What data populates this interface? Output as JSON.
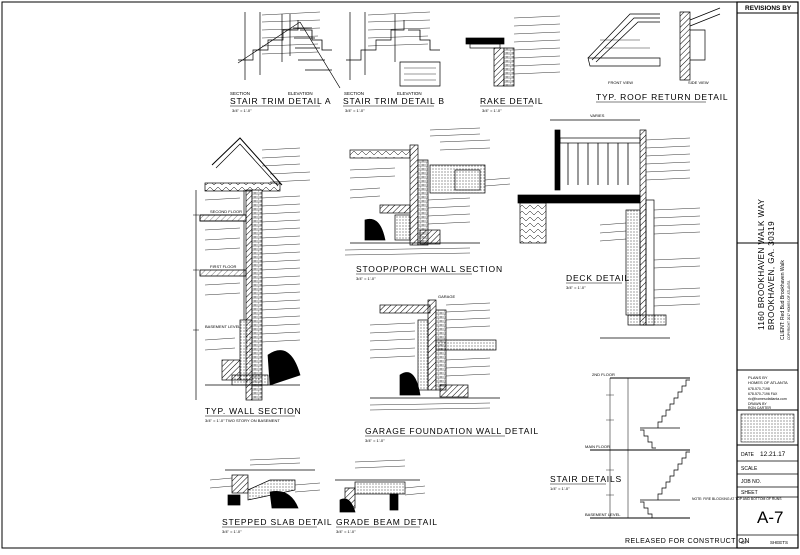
{
  "sheet": {
    "revisions_by_label": "REVISIONS BY",
    "address_line1": "1160 BROOKHAVEN WALK WAY",
    "address_line2": "BROOKHAVEN, GA. 30319",
    "client_line1": "CLIENT: Red Bud Brookhaven Walk",
    "client_line2": "COPYRIGHT 2017 HOMES OF ATLANTA",
    "plans_by": [
      "PLANS BY",
      "HOMES OF ATLANTA",
      "678-570-7198",
      "678-570-7196 FAX",
      "ric@homesofatlanta.com",
      "DRAWN BY",
      "RON CARTER"
    ],
    "date_label": "DATE",
    "date_value": "12.21.17",
    "scale_label": "SCALE",
    "job_label": "JOB NO.",
    "sheet_label": "SHEET",
    "sheet_number": "A-7",
    "of_label": "OF",
    "sheets_label": "SHEETS",
    "released": "RELEASED FOR CONSTRUCTION"
  },
  "details": {
    "stair_trim_a": {
      "title": "STAIR TRIM DETAIL A",
      "scale": "3/4\" = 1'-0\"",
      "section": "SECTION",
      "elevation": "ELEVATION"
    },
    "stair_trim_b": {
      "title": "STAIR TRIM DETAIL B",
      "scale": "3/4\" = 1'-0\"",
      "section": "SECTION",
      "elevation": "ELEVATION"
    },
    "rake": {
      "title": "RAKE DETAIL",
      "scale": "3/4\" = 1'-0\""
    },
    "roof_return": {
      "title": "TYP. ROOF RETURN DETAIL",
      "front": "FRONT VIEW",
      "side": "SIDE VIEW"
    },
    "wall_section": {
      "title": "TYP. WALL SECTION",
      "scale": "3/4\" = 1'-0\"   TWO STORY ON BASEMENT",
      "levels": [
        "SECOND FLOOR",
        "FIRST FLOOR",
        "BASEMENT LEVEL"
      ]
    },
    "stoop": {
      "title": "STOOP/PORCH WALL SECTION",
      "scale": "3/4\" = 1'-0\""
    },
    "deck": {
      "title": "DECK DETAIL",
      "scale": "3/4\" = 1'-0\"",
      "varies": "VARIES"
    },
    "garage": {
      "title": "GARAGE FOUNDATION WALL DETAIL",
      "scale": "3/4\" = 1'-0\"",
      "label": "GARAGE"
    },
    "stair": {
      "title": "STAIR DETAILS",
      "scale": "1/4\" = 1'-0\"",
      "levels": [
        "2ND FLOOR",
        "MAIN FLOOR",
        "BASEMENT LEVEL"
      ],
      "note": "NOTE: FIRE BLOCKING AT TOP AND BOTTOM OF RUNS"
    },
    "stepped_slab": {
      "title": "STEPPED SLAB DETAIL",
      "scale": "3/4\" = 1'-0\""
    },
    "grade_beam": {
      "title": "GRADE BEAM DETAIL",
      "scale": "3/4\" = 1'-0\""
    }
  }
}
